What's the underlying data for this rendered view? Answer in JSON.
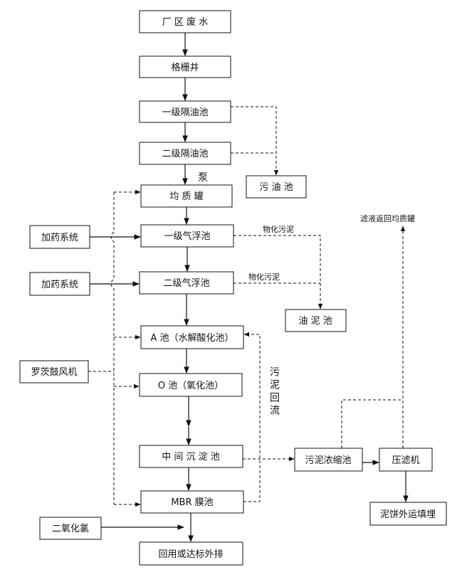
{
  "nodes": {
    "plant_wastewater": "厂  区  废  水",
    "screen_well": "格栅井",
    "primary_oil_separator": "一级隔油池",
    "secondary_oil_separator": "二级隔油池",
    "waste_oil_tank": "污  油  池",
    "equalization_tank": "均  质  罐",
    "dosing_system_1": "加药系统",
    "primary_flotation": "一级气浮池",
    "dosing_system_2": "加药系统",
    "secondary_flotation": "二级气浮池",
    "oil_sludge_tank": "油  泥  池",
    "a_tank": "A 池（水解酸化池）",
    "roots_blower": "罗茨鼓风机",
    "o_tank": "O 池（氧化池）",
    "intermediate_settling": "中  间  沉  淀  池",
    "sludge_thickener": "污泥浓缩池",
    "filter_press": "压滤机",
    "mbr_tank": "MBR 膜池",
    "chlorine_dioxide": "二氧化氯",
    "sludge_cake_landfill": "泥饼外运填埋",
    "reuse_discharge": "回用或达标外排"
  },
  "labels": {
    "pump": "泵",
    "physchem_sludge_1": "物化污泥",
    "physchem_sludge_2": "物化污泥",
    "filtrate_return": "滤液返回均质罐",
    "sludge_return": "污泥回流"
  },
  "colors": {
    "line": "#111111",
    "box_stroke": "#111111",
    "background": "#ffffff"
  }
}
